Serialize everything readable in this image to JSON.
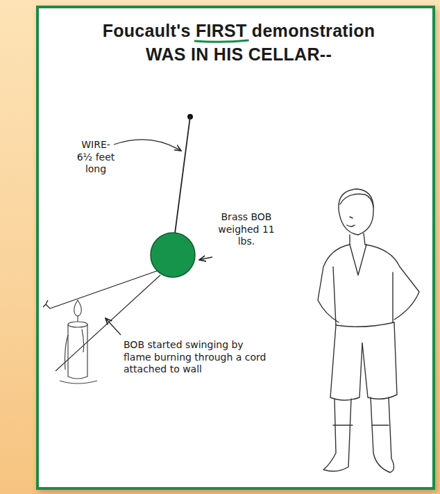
{
  "diagram": {
    "title": "Foucault's FIRST demonstration WAS IN HIS CELLAR--",
    "labels": [
      "WIRE- 6½ feet long",
      "Brass BOB weighed 11 lbs.",
      "BOB started swinging by flame burning through a cord attached to wall"
    ]
  }
}
